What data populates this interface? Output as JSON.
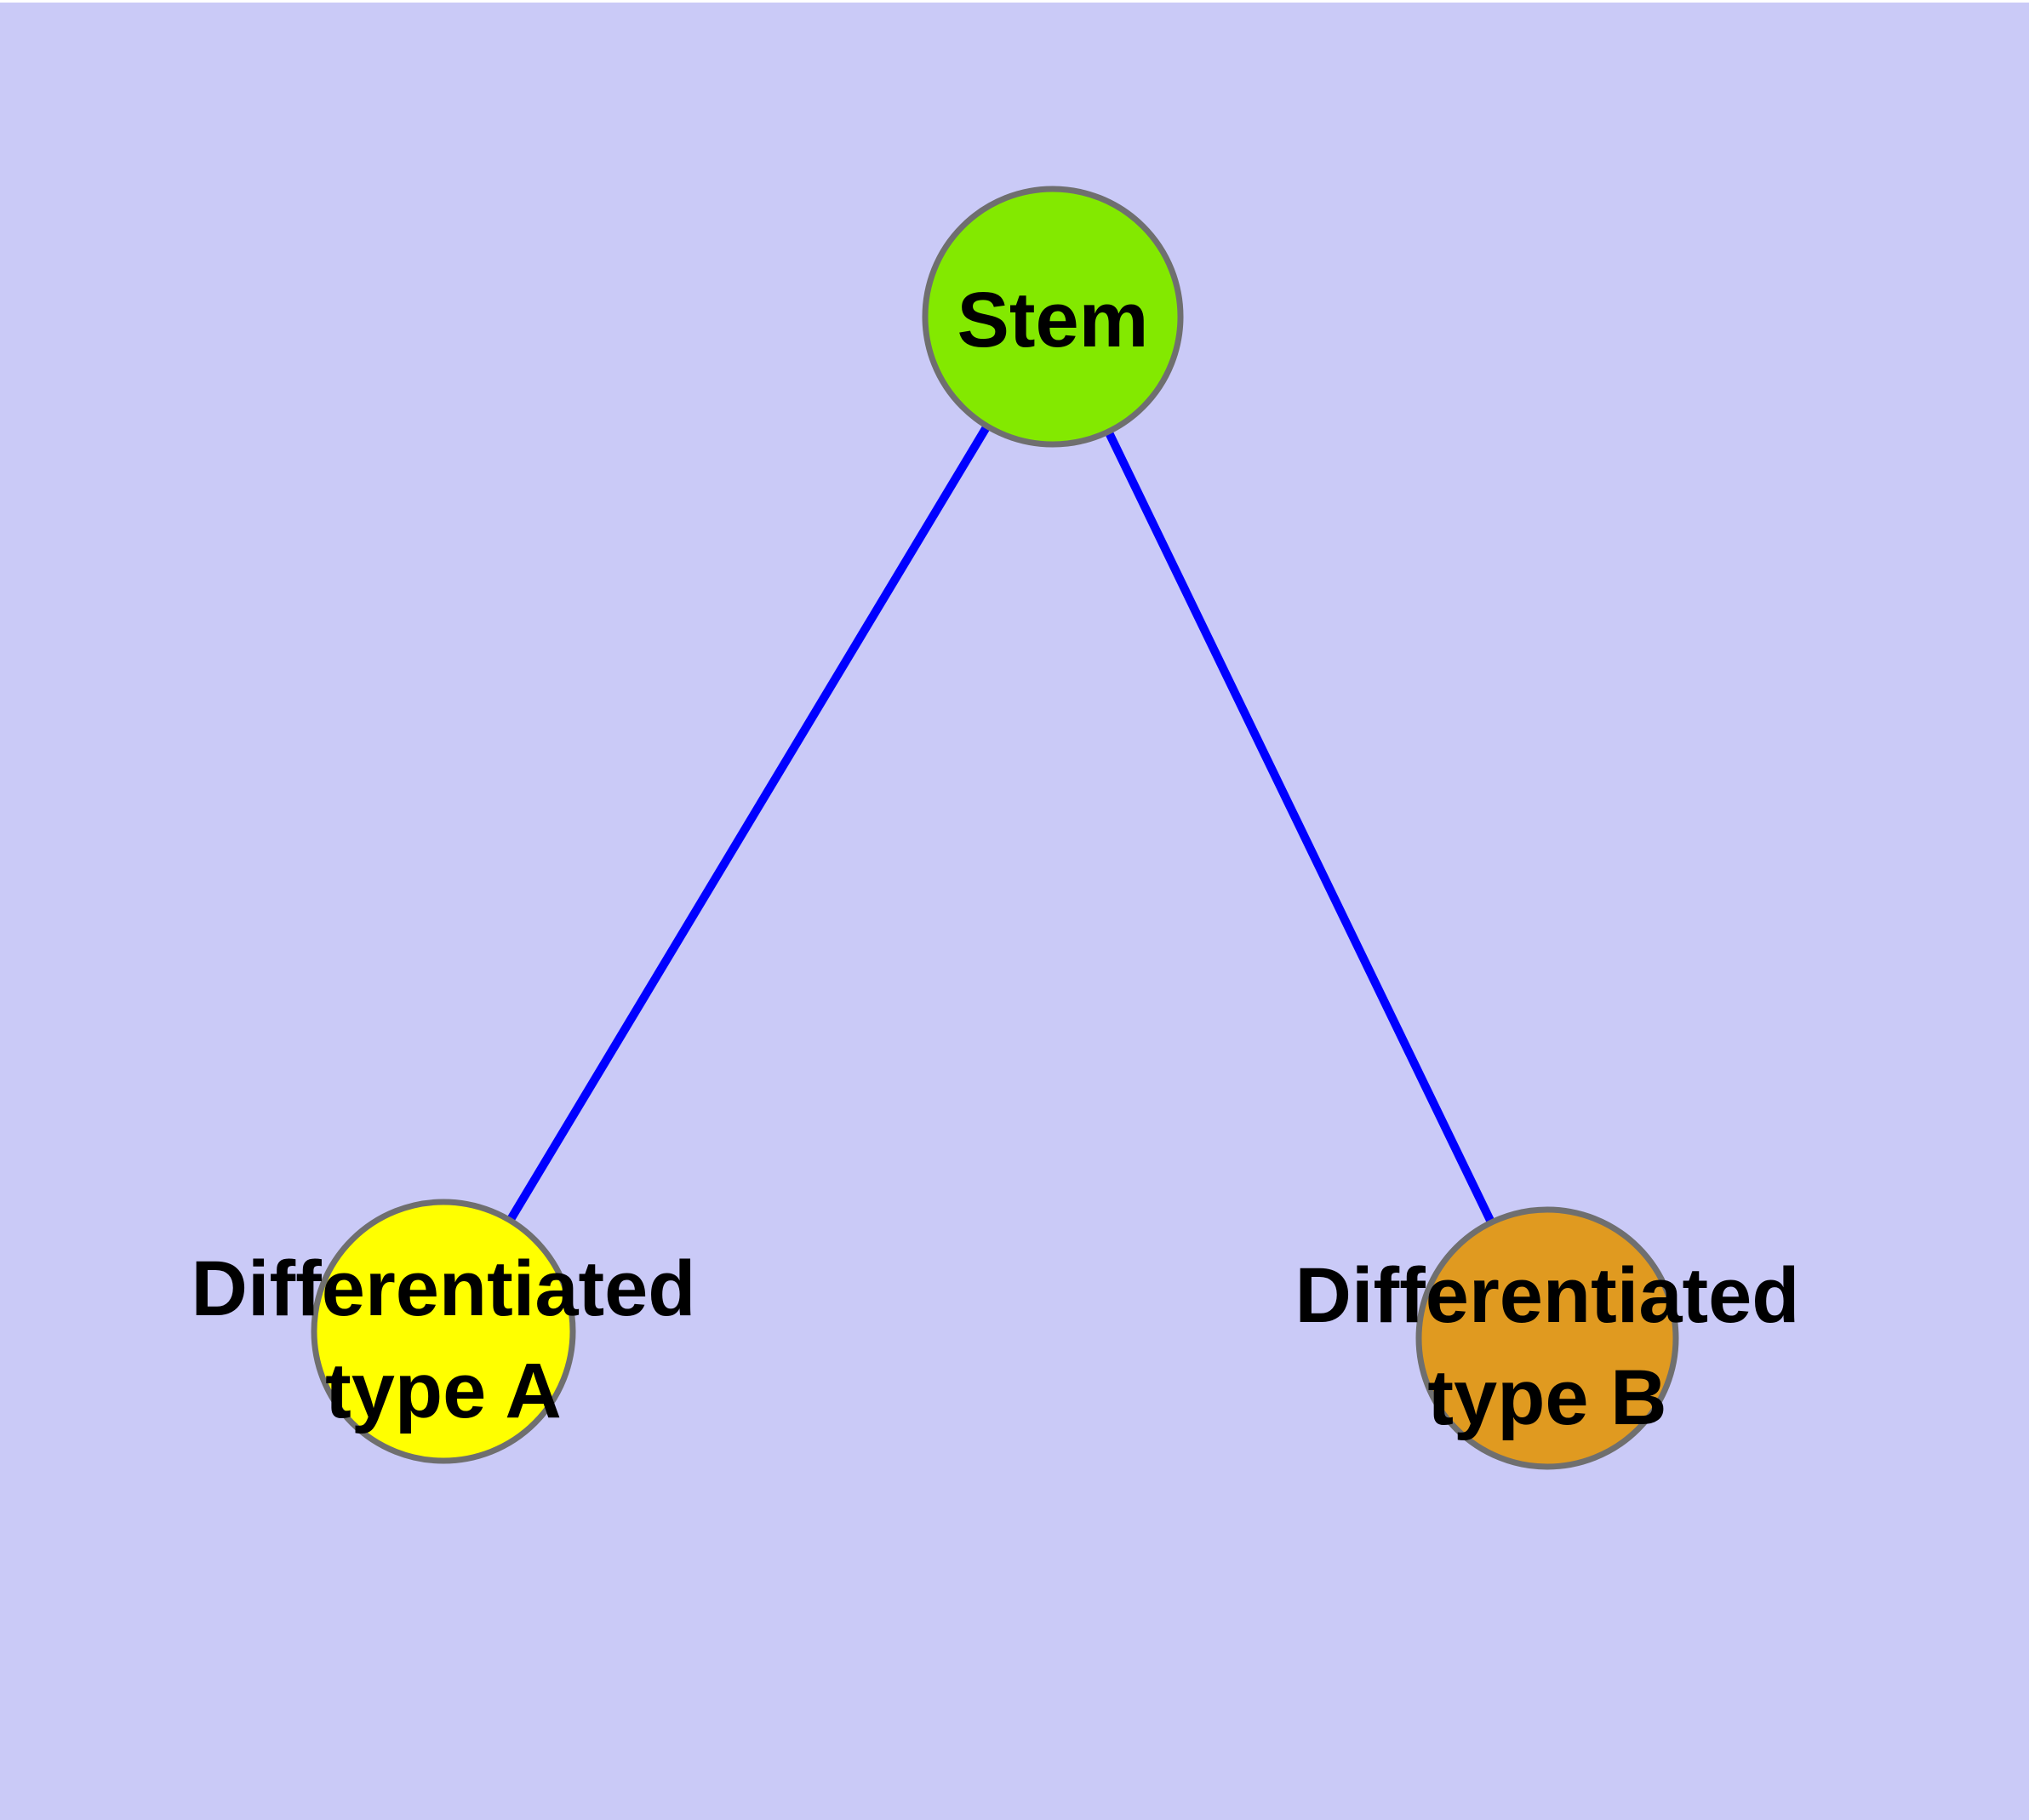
{
  "colors": {
    "background": "#cacaf7",
    "top_strip": "#ffffff",
    "edge": "#0000ff",
    "node_border": "#6f6f6f",
    "label_text": "#000000"
  },
  "graph": {
    "type": "tree",
    "nodes": {
      "stem": {
        "label": "Stem",
        "fill": "#83e900"
      },
      "type_a": {
        "label_line1": "Differentiated",
        "label_line2": "type A",
        "label": "Differentiated type A",
        "fill": "#ffff00"
      },
      "type_b": {
        "label_line1": "Differentiated",
        "label_line2": "type B",
        "label": "Differentiated type B",
        "fill": "#e09a20"
      }
    },
    "edges": [
      {
        "from": "Stem",
        "to": "Differentiated type A"
      },
      {
        "from": "Stem",
        "to": "Differentiated type B"
      }
    ]
  }
}
